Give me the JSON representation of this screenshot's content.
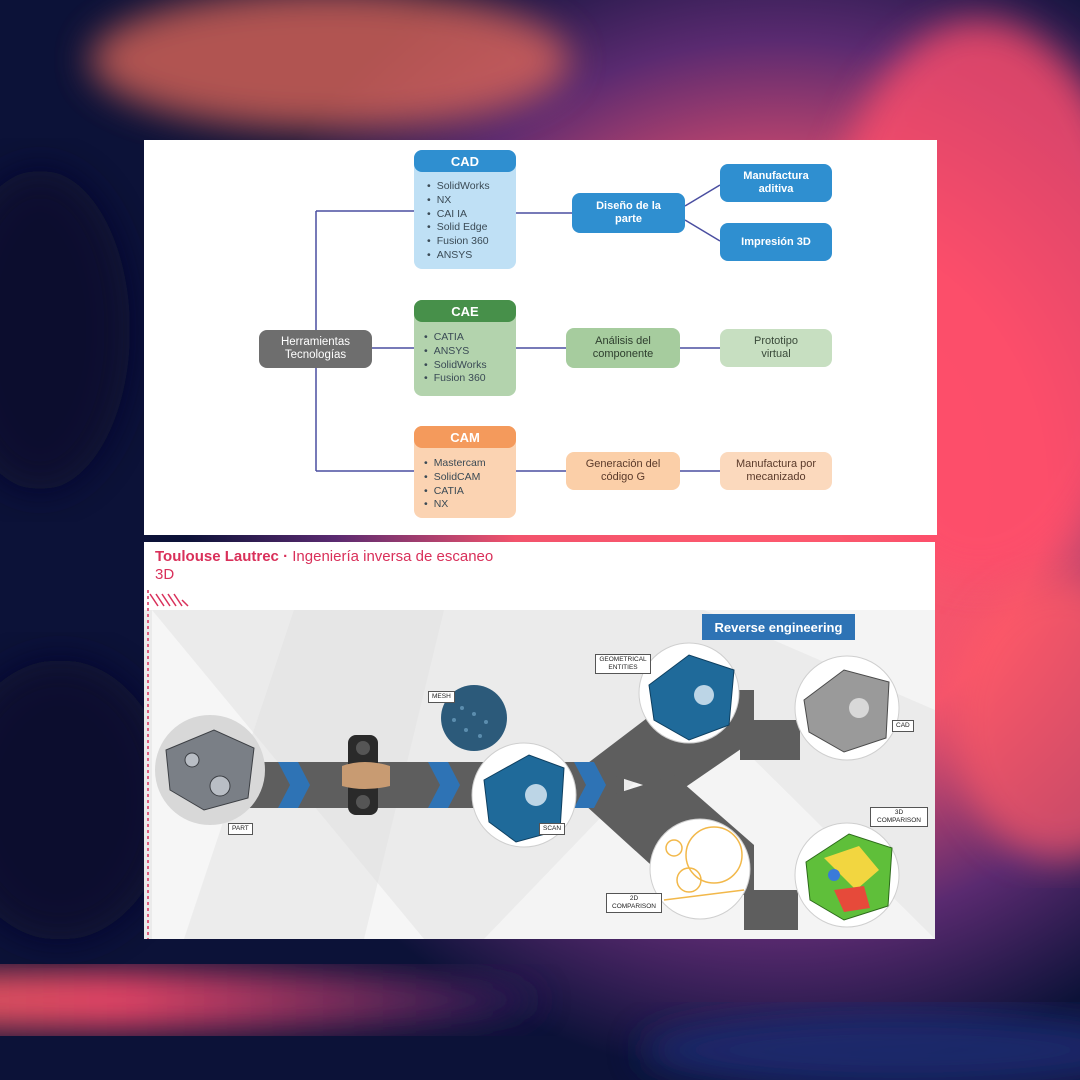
{
  "colors": {
    "cad": "#2f8fd0",
    "cad_light": "#bfe0f5",
    "cae": "#47904a",
    "cae_light": "#b3d3ad",
    "cam": "#f49a5c",
    "cam_light": "#fbd3b2",
    "root": "#6e6e6e",
    "line": "#4a4ea0",
    "brand": "#d9305a",
    "reverse": "#2e73b5"
  },
  "tools_diagram": {
    "root": "Herramientas Tecnologías",
    "cad": {
      "title": "CAD",
      "items": [
        "SolidWorks",
        "NX",
        "CAI IA",
        "Solid Edge",
        "Fusion 360",
        "ANSYS"
      ],
      "step": "Diseño de la parte",
      "outputs": [
        "Manufactura aditiva",
        "Impresión 3D"
      ]
    },
    "cae": {
      "title": "CAE",
      "items": [
        "CATIA",
        "ANSYS",
        "SolidWorks",
        "Fusion 360"
      ],
      "step": "Análisis del componente",
      "output": "Prototipo virtual"
    },
    "cam": {
      "title": "CAM",
      "items": [
        "Mastercam",
        "SolidCAM",
        "CATIA",
        "NX"
      ],
      "step": "Generación del código G",
      "output": "Manufactura por mecanizado"
    }
  },
  "reverse_panel": {
    "brand": "Toulouse Lautrec",
    "separator": "·",
    "subtitle": "Ingeniería inversa de escaneo 3D",
    "banner": "Reverse engineering",
    "labels": {
      "part": "PART",
      "mesh": "MESH",
      "scan": "SCAN",
      "geometrical": "GEOMETRICAL ENTITIES",
      "cad": "CAD",
      "comparison_2d": "2D COMPARISON",
      "comparison_3d": "3D COMPARISON"
    }
  }
}
